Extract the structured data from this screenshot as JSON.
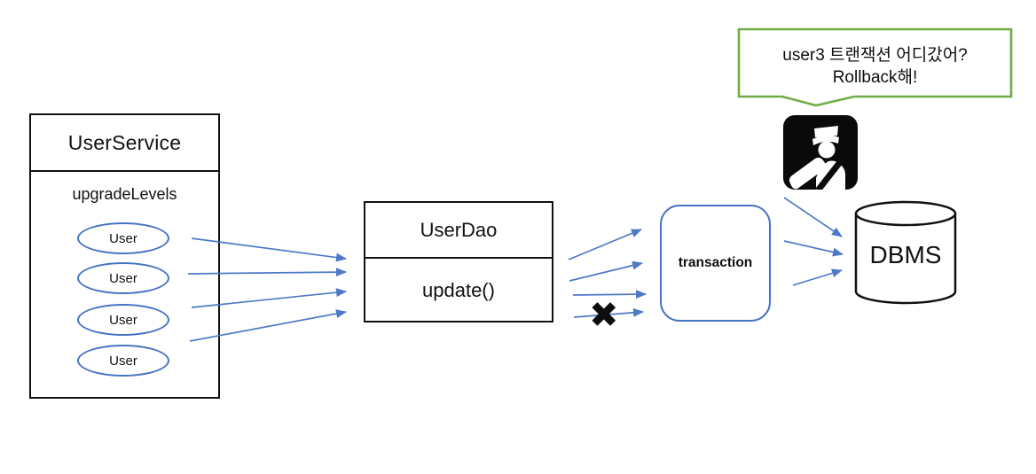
{
  "user_service": {
    "title": "UserService",
    "method_label": "upgradeLevels",
    "users": [
      "User",
      "User",
      "User",
      "User"
    ]
  },
  "user_dao": {
    "title": "UserDao",
    "method_label": "update()"
  },
  "transaction": {
    "label": "transaction"
  },
  "dbms": {
    "label": "DBMS"
  },
  "speech_bubble": {
    "line1": "user3 트랜잭션 어디갔어?",
    "line2": "Rollback해!"
  },
  "marks": {
    "fail_x": "✖"
  },
  "icons": {
    "police_officer": "police-officer-icon",
    "fail_cross": "x-cross-icon"
  },
  "colors": {
    "accent_blue": "#4472C4",
    "bubble_green": "#70AD47",
    "ink": "#111111",
    "icon_black": "#0a0a0a"
  }
}
